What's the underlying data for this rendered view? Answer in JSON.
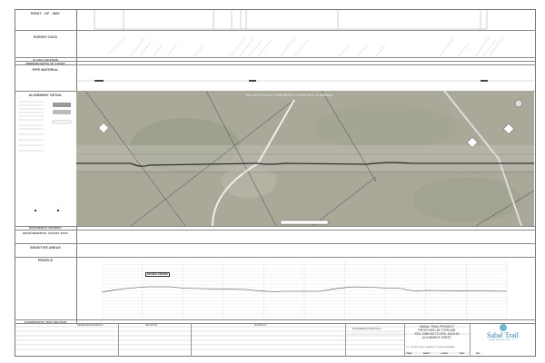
{
  "left_panel": {
    "right_of_way": "RIGHT - OF - WAY",
    "survey_data": "SURVEY DATA",
    "class_location": "CLASS LOCATION",
    "min_depth": "MINIMUM DEPTH OF COVER",
    "pipe_material": "PIPE MATERIAL",
    "alignment_detail": "ALIGNMENT DETAIL",
    "reference_drawing": "REFERENCE DRAWING",
    "environmental": "ENVIRONMENTAL SURVEY DATA",
    "sensitive": "SENSITIVE AREAS",
    "profile": "PROFILE",
    "hydro": "HYDROSTATIC TEST SECTION"
  },
  "aerial": {
    "county_line": "TALLAPOOSA & CHAMBERS COUNTIES, ALABAMA",
    "colors": {
      "ground": "#a9a899",
      "pipeline": "#333333"
    }
  },
  "profile": {
    "natural_ground": "NATURAL GROUND"
  },
  "title_block": {
    "reference_drawings": "REFERENCE DRAWINGS",
    "revisions": "REVISIONS",
    "materials": "MATERIALS",
    "engineering_approvals": "ENGINEERING APPROVALS",
    "line1": "SABAL TRAIL PROJECT",
    "line2": "PROPOSED 36\" PIPELINE",
    "line3": "STA. 1060+00 TO STA. 1113+00",
    "line4": "ALIGNMENT SHEET",
    "loc": "LOC: TALLAPOOSA & CHAMBERS COUNTIES, ALABAMA",
    "year": "YEAR:",
    "sheet": "SHEET:",
    "scale": "SCALE:",
    "dwg": "DWG:",
    "rev": "REV:"
  },
  "logo": {
    "name": "Sabal Trail",
    "sub": "TRANSMISSION, LLC",
    "color": "#2a7fa8"
  }
}
